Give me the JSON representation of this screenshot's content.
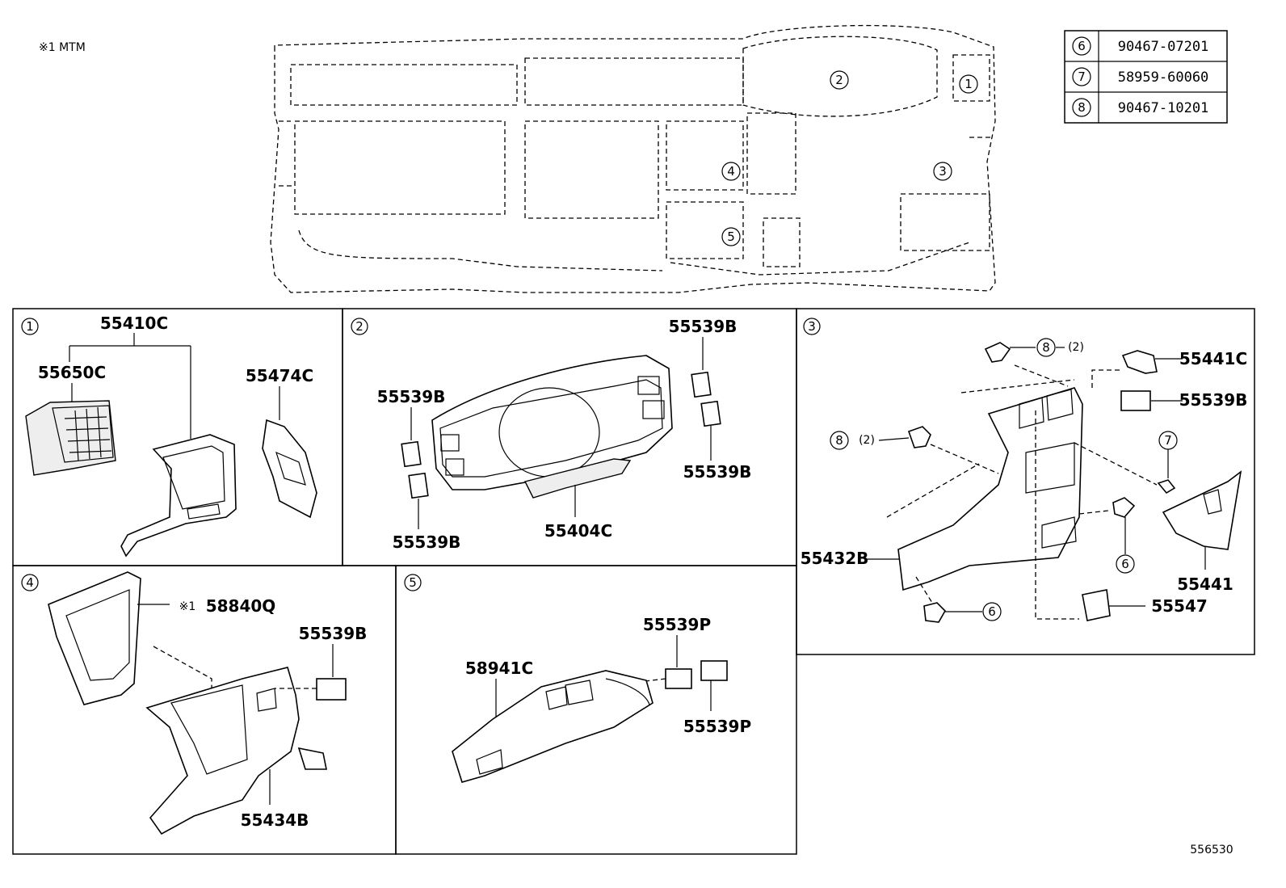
{
  "note": "※1 MTM",
  "diagram_id": "556530",
  "legend": [
    {
      "num": "6",
      "code": "90467-07201"
    },
    {
      "num": "7",
      "code": "58959-60060"
    },
    {
      "num": "8",
      "code": "90467-10201"
    }
  ],
  "overview": {
    "markers": [
      "2",
      "1",
      "4",
      "3",
      "5"
    ]
  },
  "panels": {
    "p1": {
      "num": "1",
      "labels": [
        "55410C",
        "55650C",
        "55474C"
      ]
    },
    "p2": {
      "num": "2",
      "labels": [
        "55539B",
        "55539B",
        "55539B",
        "55539B",
        "55404C"
      ]
    },
    "p3": {
      "num": "3",
      "labels": [
        "55441C",
        "55539B",
        "55432B",
        "55441",
        "55547"
      ],
      "callouts": [
        {
          "num": "8",
          "qty": "(2)"
        },
        {
          "num": "8",
          "qty": "(2)"
        },
        {
          "num": "7"
        },
        {
          "num": "6"
        },
        {
          "num": "6"
        }
      ]
    },
    "p4": {
      "num": "4",
      "labels": [
        "※1",
        "58840Q",
        "55539B",
        "55434B"
      ]
    },
    "p5": {
      "num": "5",
      "labels": [
        "55539P",
        "58941C",
        "55539P"
      ]
    }
  },
  "colors": {
    "line": "#000000",
    "background": "#ffffff"
  }
}
